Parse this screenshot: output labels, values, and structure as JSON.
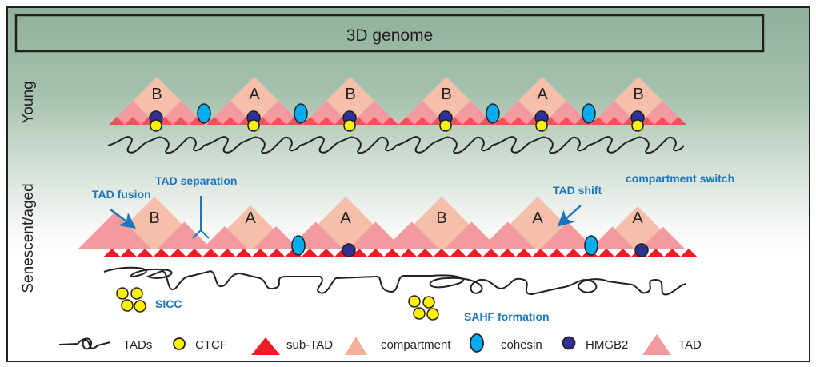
{
  "title": "3D genome",
  "rows": {
    "young": {
      "label": "Young",
      "tads": [
        {
          "compartment": "B",
          "boundary_right": "cohesin"
        },
        {
          "compartment": "A",
          "boundary_right": "cohesin"
        },
        {
          "compartment": "B",
          "boundary_right": "none"
        },
        {
          "compartment": "B",
          "boundary_right": "cohesin"
        },
        {
          "compartment": "A",
          "boundary_right": "cohesin"
        },
        {
          "compartment": "B",
          "boundary_right": "none"
        }
      ],
      "center_marker": "HMGB2+CTCF"
    },
    "senescent": {
      "label": "Senescent/aged",
      "tads": [
        {
          "compartment": "B"
        },
        {
          "compartment": "A"
        },
        {
          "compartment": "A"
        },
        {
          "compartment": "B"
        },
        {
          "compartment": "A"
        },
        {
          "compartment": "A"
        }
      ],
      "annotations": {
        "tad_fusion": "TAD fusion",
        "tad_separation": "TAD separation",
        "tad_shift": "TAD shift",
        "compartment_switch": "compartment switch",
        "sicc": "SICC",
        "sahf": "SAHF formation"
      }
    }
  },
  "legend": [
    {
      "icon": "tads-squiggle-icon",
      "label": "TADs"
    },
    {
      "icon": "ctcf-circle-icon",
      "label": "CTCF"
    },
    {
      "icon": "sub-tad-triangle-icon",
      "label": "sub-TAD"
    },
    {
      "icon": "compartment-triangle-icon",
      "label": "compartment"
    },
    {
      "icon": "cohesin-ellipse-icon",
      "label": "cohesin"
    },
    {
      "icon": "hmgb2-circle-icon",
      "label": "HMGB2"
    },
    {
      "icon": "tad-triangle-icon",
      "label": "TAD"
    }
  ],
  "colors": {
    "compartment": "#f5bfaa",
    "tad": "#f29aa0",
    "sub_tad_young": "#e8555a",
    "sub_tad_senescent": "#ee1c25",
    "cohesin": "#00aeef",
    "hmgb2": "#2e3192",
    "ctcf": "#fff200",
    "annotation": "#1b75bc"
  }
}
